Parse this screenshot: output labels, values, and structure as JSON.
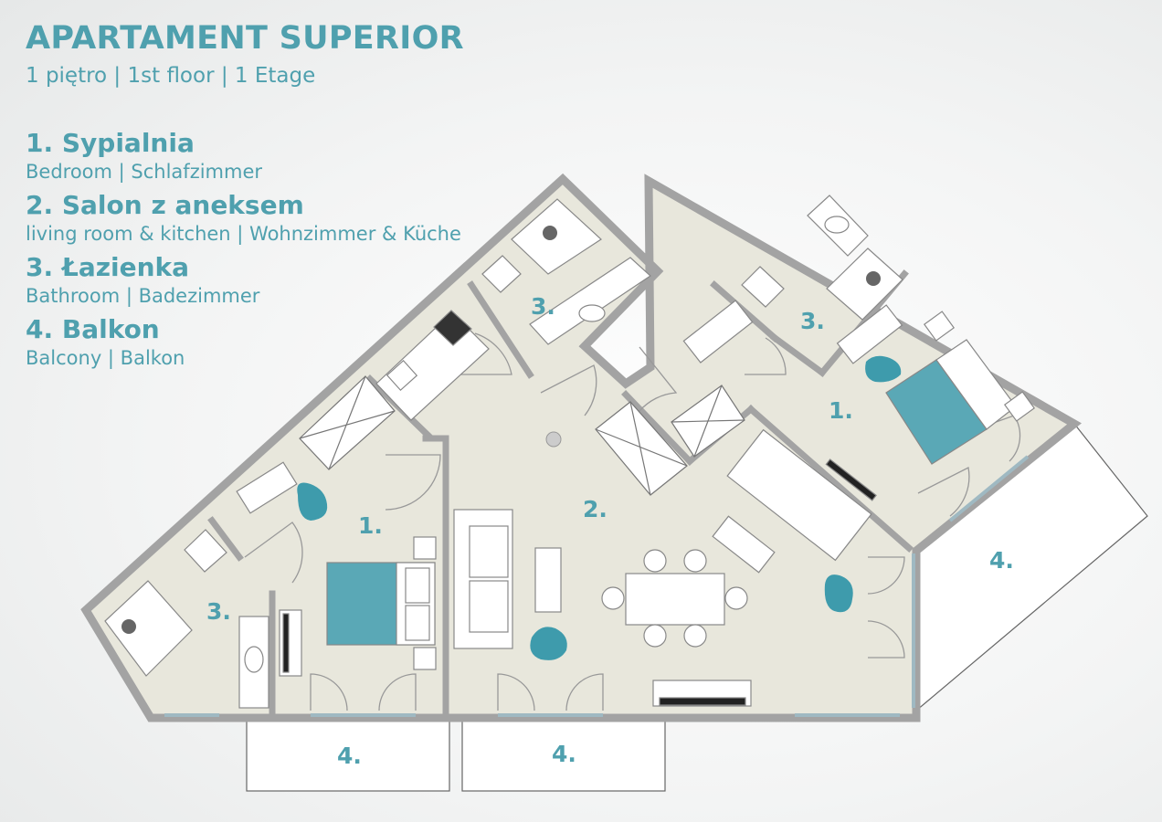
{
  "header": {
    "title": "APARTAMENT SUPERIOR",
    "subtitle": "1 piętro | 1st floor | 1 Etage"
  },
  "legend": [
    {
      "name": "1. Sypialnia",
      "desc": "Bedroom | Schlafzimmer"
    },
    {
      "name": "2. Salon z aneksem",
      "desc": "living room & kitchen | Wohnzimmer & Küche"
    },
    {
      "name": "3. Łazienka",
      "desc": "Bathroom | Badezimmer"
    },
    {
      "name": "4. Balkon",
      "desc": "Balcony | Balkon"
    }
  ],
  "plan_labels": {
    "bedroom_left": "1.",
    "bedroom_right": "1.",
    "living": "2.",
    "bath_top": "3.",
    "bath_right": "3.",
    "bath_left": "3.",
    "balcony_left": "4.",
    "balcony_mid": "4.",
    "balcony_right": "4."
  },
  "colors": {
    "accent": "#4fa0ae",
    "floor": "#e8e7dc",
    "wall": "#a3a3a3",
    "bed": "#5aa8b6"
  }
}
